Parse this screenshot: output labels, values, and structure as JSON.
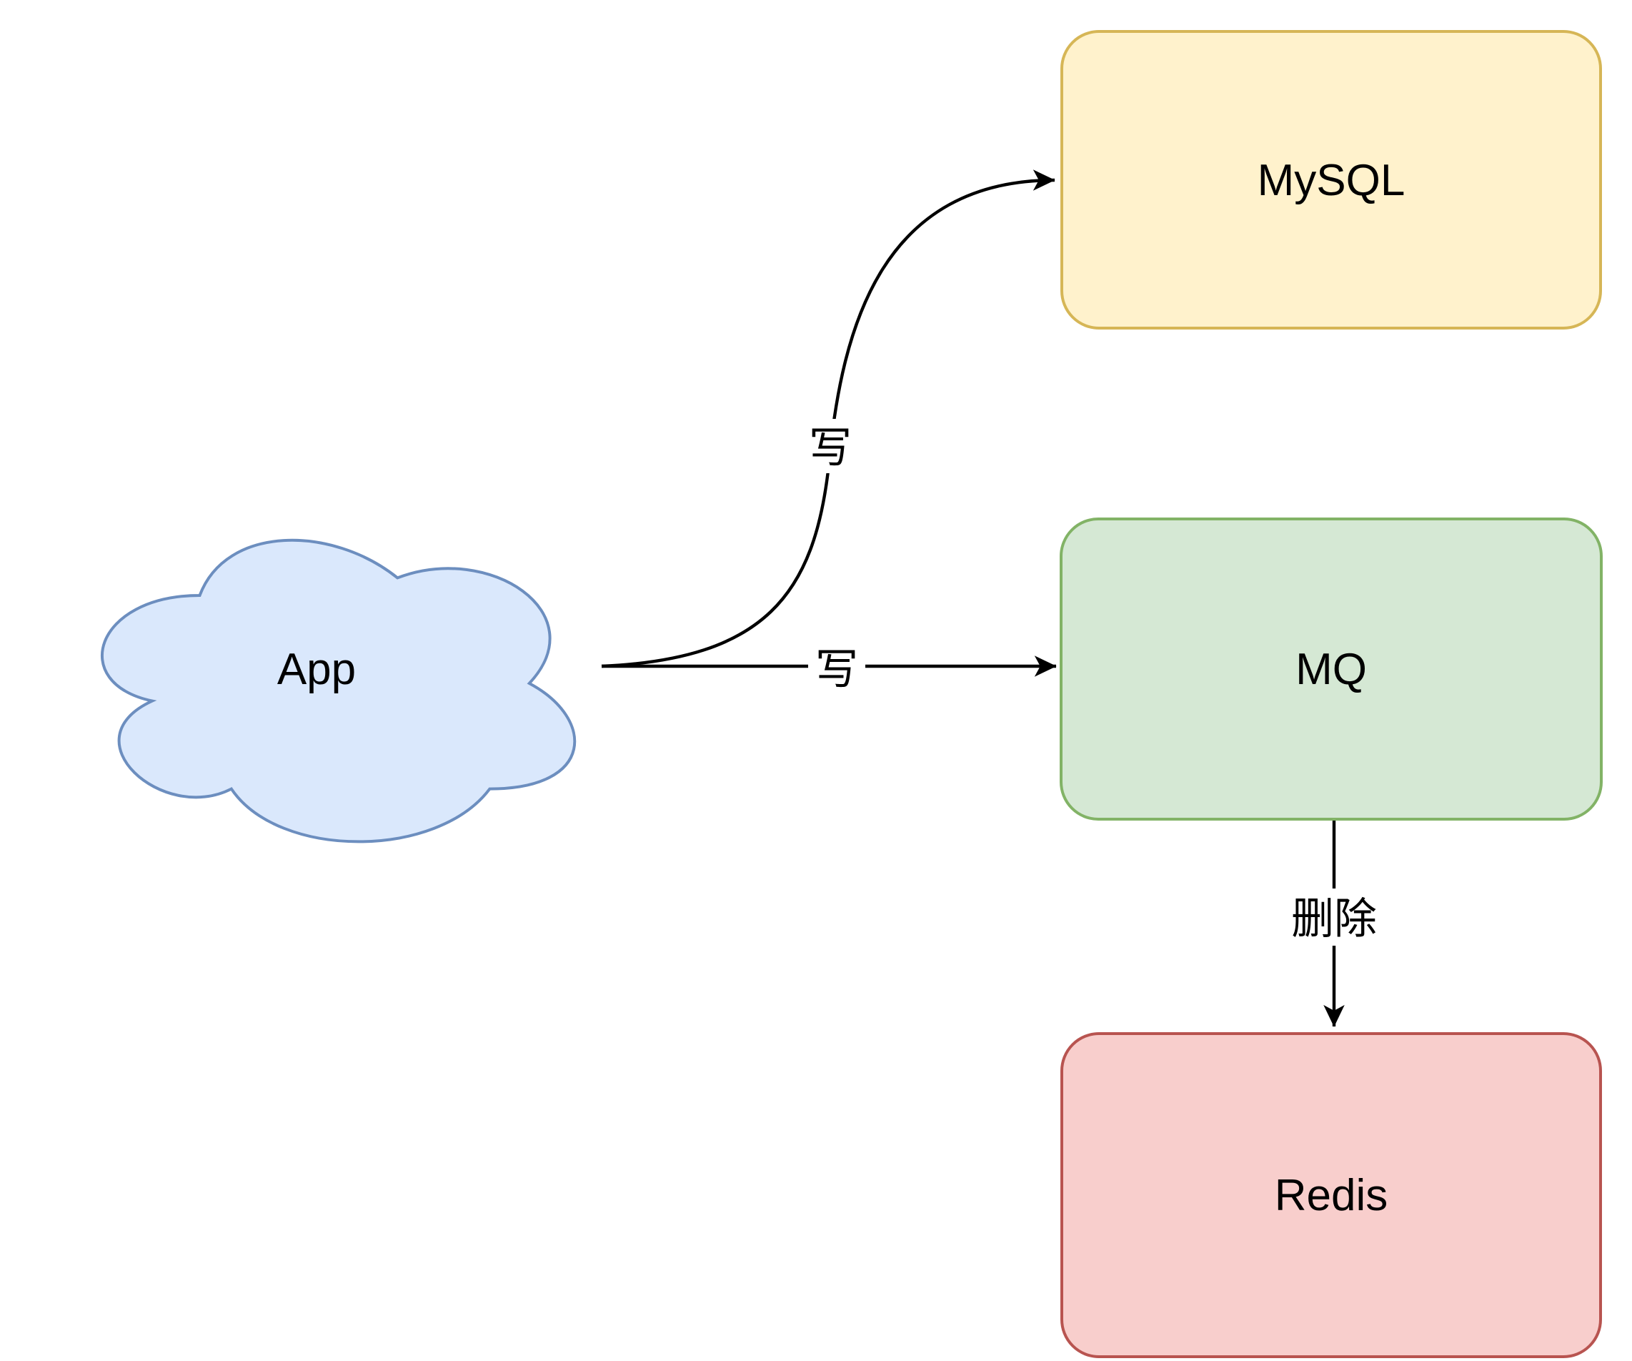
{
  "canvas": {
    "background": "#FFFFFF"
  },
  "nodes": {
    "app": {
      "label": "App",
      "shape": "cloud",
      "fill": "#DAE8FC",
      "stroke": "#6C8EBF"
    },
    "mysql": {
      "label": "MySQL",
      "shape": "rounded-rect",
      "fill": "#FFF2CC",
      "stroke": "#D6B656"
    },
    "mq": {
      "label": "MQ",
      "shape": "rounded-rect",
      "fill": "#D5E8D4",
      "stroke": "#82B366"
    },
    "redis": {
      "label": "Redis",
      "shape": "rounded-rect",
      "fill": "#F8CECC",
      "stroke": "#B85450"
    }
  },
  "edges": {
    "app_to_mysql": {
      "label": "写",
      "from": "App",
      "to": "MySQL",
      "style": "curved"
    },
    "app_to_mq": {
      "label": "写",
      "from": "App",
      "to": "MQ",
      "style": "straight"
    },
    "mq_to_redis": {
      "label": "删除",
      "from": "MQ",
      "to": "Redis",
      "style": "straight"
    }
  },
  "colors": {
    "edge": "#000000",
    "text": "#000000",
    "label_background": "#FFFFFF"
  }
}
